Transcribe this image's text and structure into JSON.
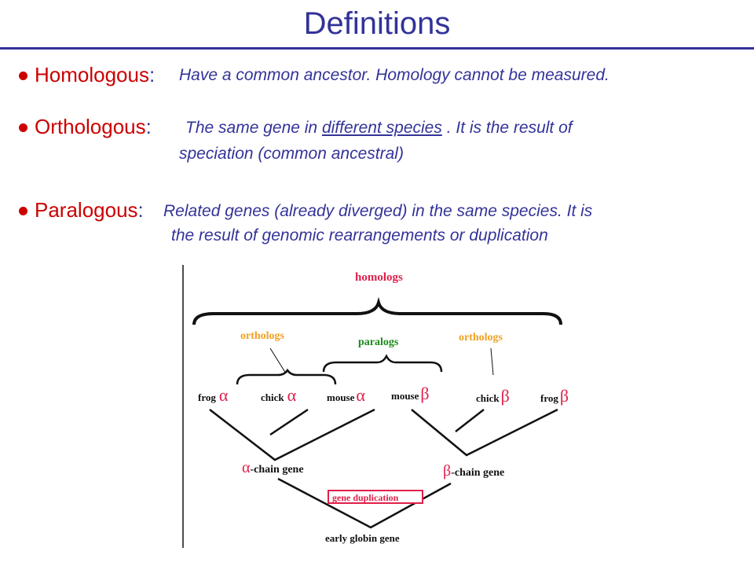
{
  "title": "Definitions",
  "definitions": [
    {
      "term": "Homologous",
      "colon": ":",
      "text": "Have a common ancestor. Homology cannot be measured."
    },
    {
      "term": "Orthologous",
      "colon": ":",
      "line1_a": " The same gene in ",
      "line1_u": "different species",
      "line1_b": " . It is the result of",
      "line2": "speciation (common ancestral)"
    },
    {
      "term": "Paralogous",
      "colon": ":",
      "line1": " Related genes (already diverged) in the same species. It is",
      "line2": "the result of genomic rearrangements or duplication"
    }
  ],
  "diagram": {
    "homologs": "homologs",
    "orthologs_left": "orthologs",
    "paralogs": "paralogs",
    "orthologs_right": "orthologs",
    "species": [
      {
        "name": "frog",
        "greek": "α"
      },
      {
        "name": "chick",
        "greek": "α"
      },
      {
        "name": "mouse",
        "greek": "α"
      },
      {
        "name": "mouse",
        "greek": "β"
      },
      {
        "name": "chick",
        "greek": "β"
      },
      {
        "name": "frog",
        "greek": "β"
      }
    ],
    "alpha_gene_greek": "α",
    "alpha_gene_label": "-chain gene",
    "beta_gene_greek": "β",
    "beta_gene_label": "-chain gene",
    "duplication": "gene duplication",
    "root": "early globin gene",
    "colors": {
      "red": "#e0204a",
      "orange": "#f0a020",
      "green": "#1a8a1a",
      "line": "#111111"
    }
  }
}
